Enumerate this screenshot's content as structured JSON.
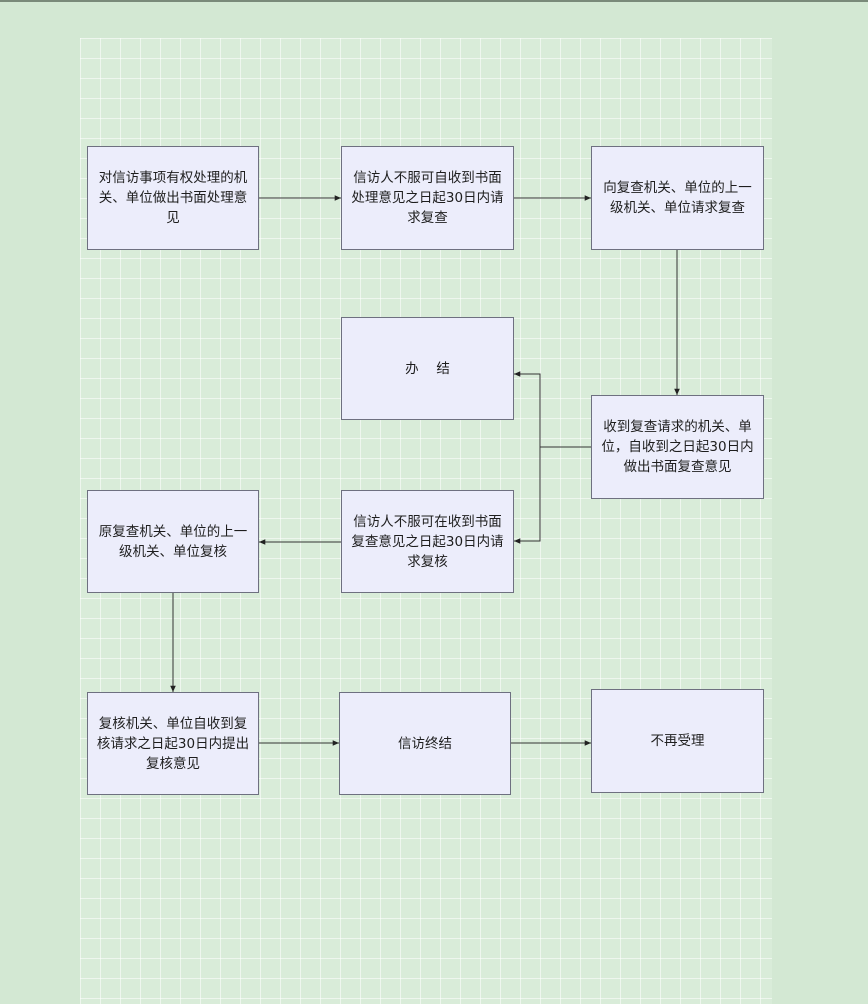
{
  "diagram": {
    "nodes": [
      {
        "id": "n1",
        "text": "对信访事项有权处理的机关、单位做出书面处理意见"
      },
      {
        "id": "n2",
        "text": "信访人不服可自收到书面处理意见之日起30日内请求复查"
      },
      {
        "id": "n3",
        "text": "向复查机关、单位的上一级机关、单位请求复查"
      },
      {
        "id": "n4",
        "text": "办　 结"
      },
      {
        "id": "n5",
        "text": "收到复查请求的机关、单位，自收到之日起30日内做出书面复查意见"
      },
      {
        "id": "n6",
        "text": "原复查机关、单位的上一级机关、单位复核"
      },
      {
        "id": "n7",
        "text": "信访人不服可在收到书面复查意见之日起30日内请求复核"
      },
      {
        "id": "n8",
        "text": "复核机关、单位自收到复核请求之日起30日内提出复核意见"
      },
      {
        "id": "n9",
        "text": "信访终结"
      },
      {
        "id": "n10",
        "text": "不再受理"
      }
    ],
    "edges": [
      {
        "from": "n1",
        "to": "n2"
      },
      {
        "from": "n2",
        "to": "n3"
      },
      {
        "from": "n3",
        "to": "n5"
      },
      {
        "from": "n5",
        "to": "n4"
      },
      {
        "from": "n5",
        "to": "n7"
      },
      {
        "from": "n7",
        "to": "n6"
      },
      {
        "from": "n6",
        "to": "n8"
      },
      {
        "from": "n8",
        "to": "n9"
      },
      {
        "from": "n9",
        "to": "n10"
      }
    ]
  }
}
